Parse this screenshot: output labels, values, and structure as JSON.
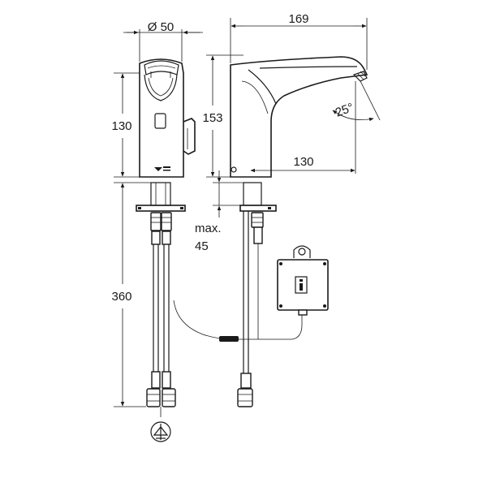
{
  "dimensions": {
    "diameter": "Ø 50",
    "width_total": "169",
    "body_height_front": "130",
    "height_side": "153",
    "spout_reach": "130",
    "angle": "25°",
    "max_label": "max.",
    "max_value": "45",
    "hose_length": "360"
  },
  "colors": {
    "ink": "#1a1a1a",
    "background": "#ffffff"
  },
  "icons": {
    "control_box_symbol": "info-icon",
    "mixing_valve_symbol": "thermostatic-valve-icon"
  }
}
